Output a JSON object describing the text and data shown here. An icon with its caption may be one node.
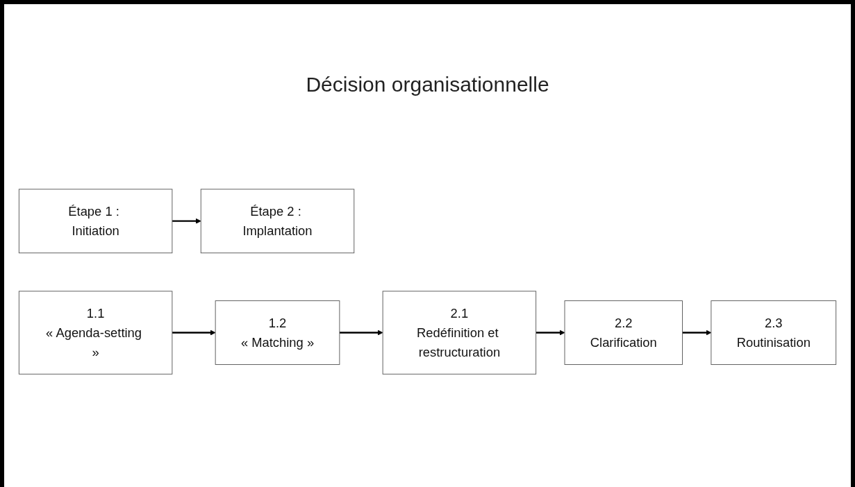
{
  "diagram": {
    "nodes": [
      {
        "text": [
          "Étape 1 : Initiation"
        ]
      },
      {
        "text": [
          "Étape 2 : Implantation"
        ]
      },
      {
        "text": [
          "1.1",
          "« Agenda-setting »"
        ]
      },
      {
        "text": [
          "1.2",
          "« Matching »"
        ]
      },
      {
        "text": [
          "2.1",
          "Redéfinition et restructuration"
        ]
      },
      {
        "text": [
          "2.2",
          "Clarification"
        ]
      },
      {
        "text": [
          "2.3",
          "Routinisation"
        ]
      }
    ],
    "edges": [
      {
        "from": 0,
        "to": 1,
        "arrow": "to"
      },
      {
        "from": 2,
        "to": 3,
        "arrow": "to"
      },
      {
        "from": 3,
        "to": 4,
        "arrow": "to"
      },
      {
        "from": 4,
        "to": 5,
        "arrow": "to"
      },
      {
        "from": 5,
        "to": 6,
        "arrow": "to"
      }
    ],
    "labels": [
      "Décision organisationnelle"
    ]
  }
}
